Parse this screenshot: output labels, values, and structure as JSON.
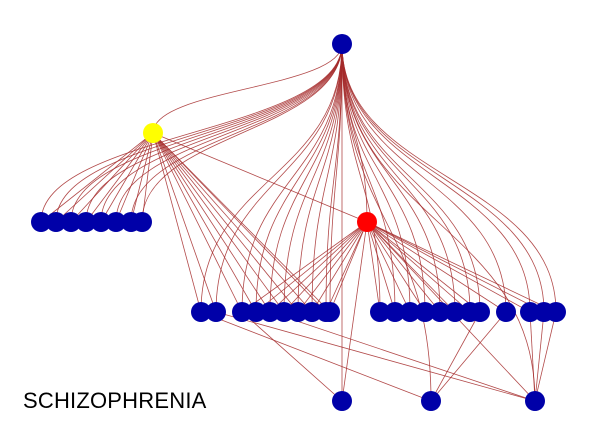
{
  "title": "SCHIZOPHRENIA",
  "colors": {
    "edge": "#a52a2a",
    "node_default": "#0000a8",
    "node_highlight_1": "#ffff00",
    "node_highlight_2": "#ff0000",
    "background": "#ffffff"
  },
  "graph": {
    "node_groups": [
      {
        "id": "root",
        "count": 1,
        "color": "node_default"
      },
      {
        "id": "hub-yellow",
        "count": 1,
        "color": "node_highlight_1"
      },
      {
        "id": "hub-red",
        "count": 1,
        "color": "node_highlight_2"
      },
      {
        "id": "row1-cluster",
        "count": 8,
        "color": "node_default"
      },
      {
        "id": "row2-cluster-a",
        "count": 2,
        "color": "node_default"
      },
      {
        "id": "row2-cluster-b",
        "count": 8,
        "color": "node_default"
      },
      {
        "id": "row2-cluster-c",
        "count": 8,
        "color": "node_default"
      },
      {
        "id": "row2-single",
        "count": 1,
        "color": "node_default"
      },
      {
        "id": "row2-cluster-d",
        "count": 3,
        "color": "node_default"
      },
      {
        "id": "leaves",
        "count": 3,
        "color": "node_default"
      }
    ]
  }
}
